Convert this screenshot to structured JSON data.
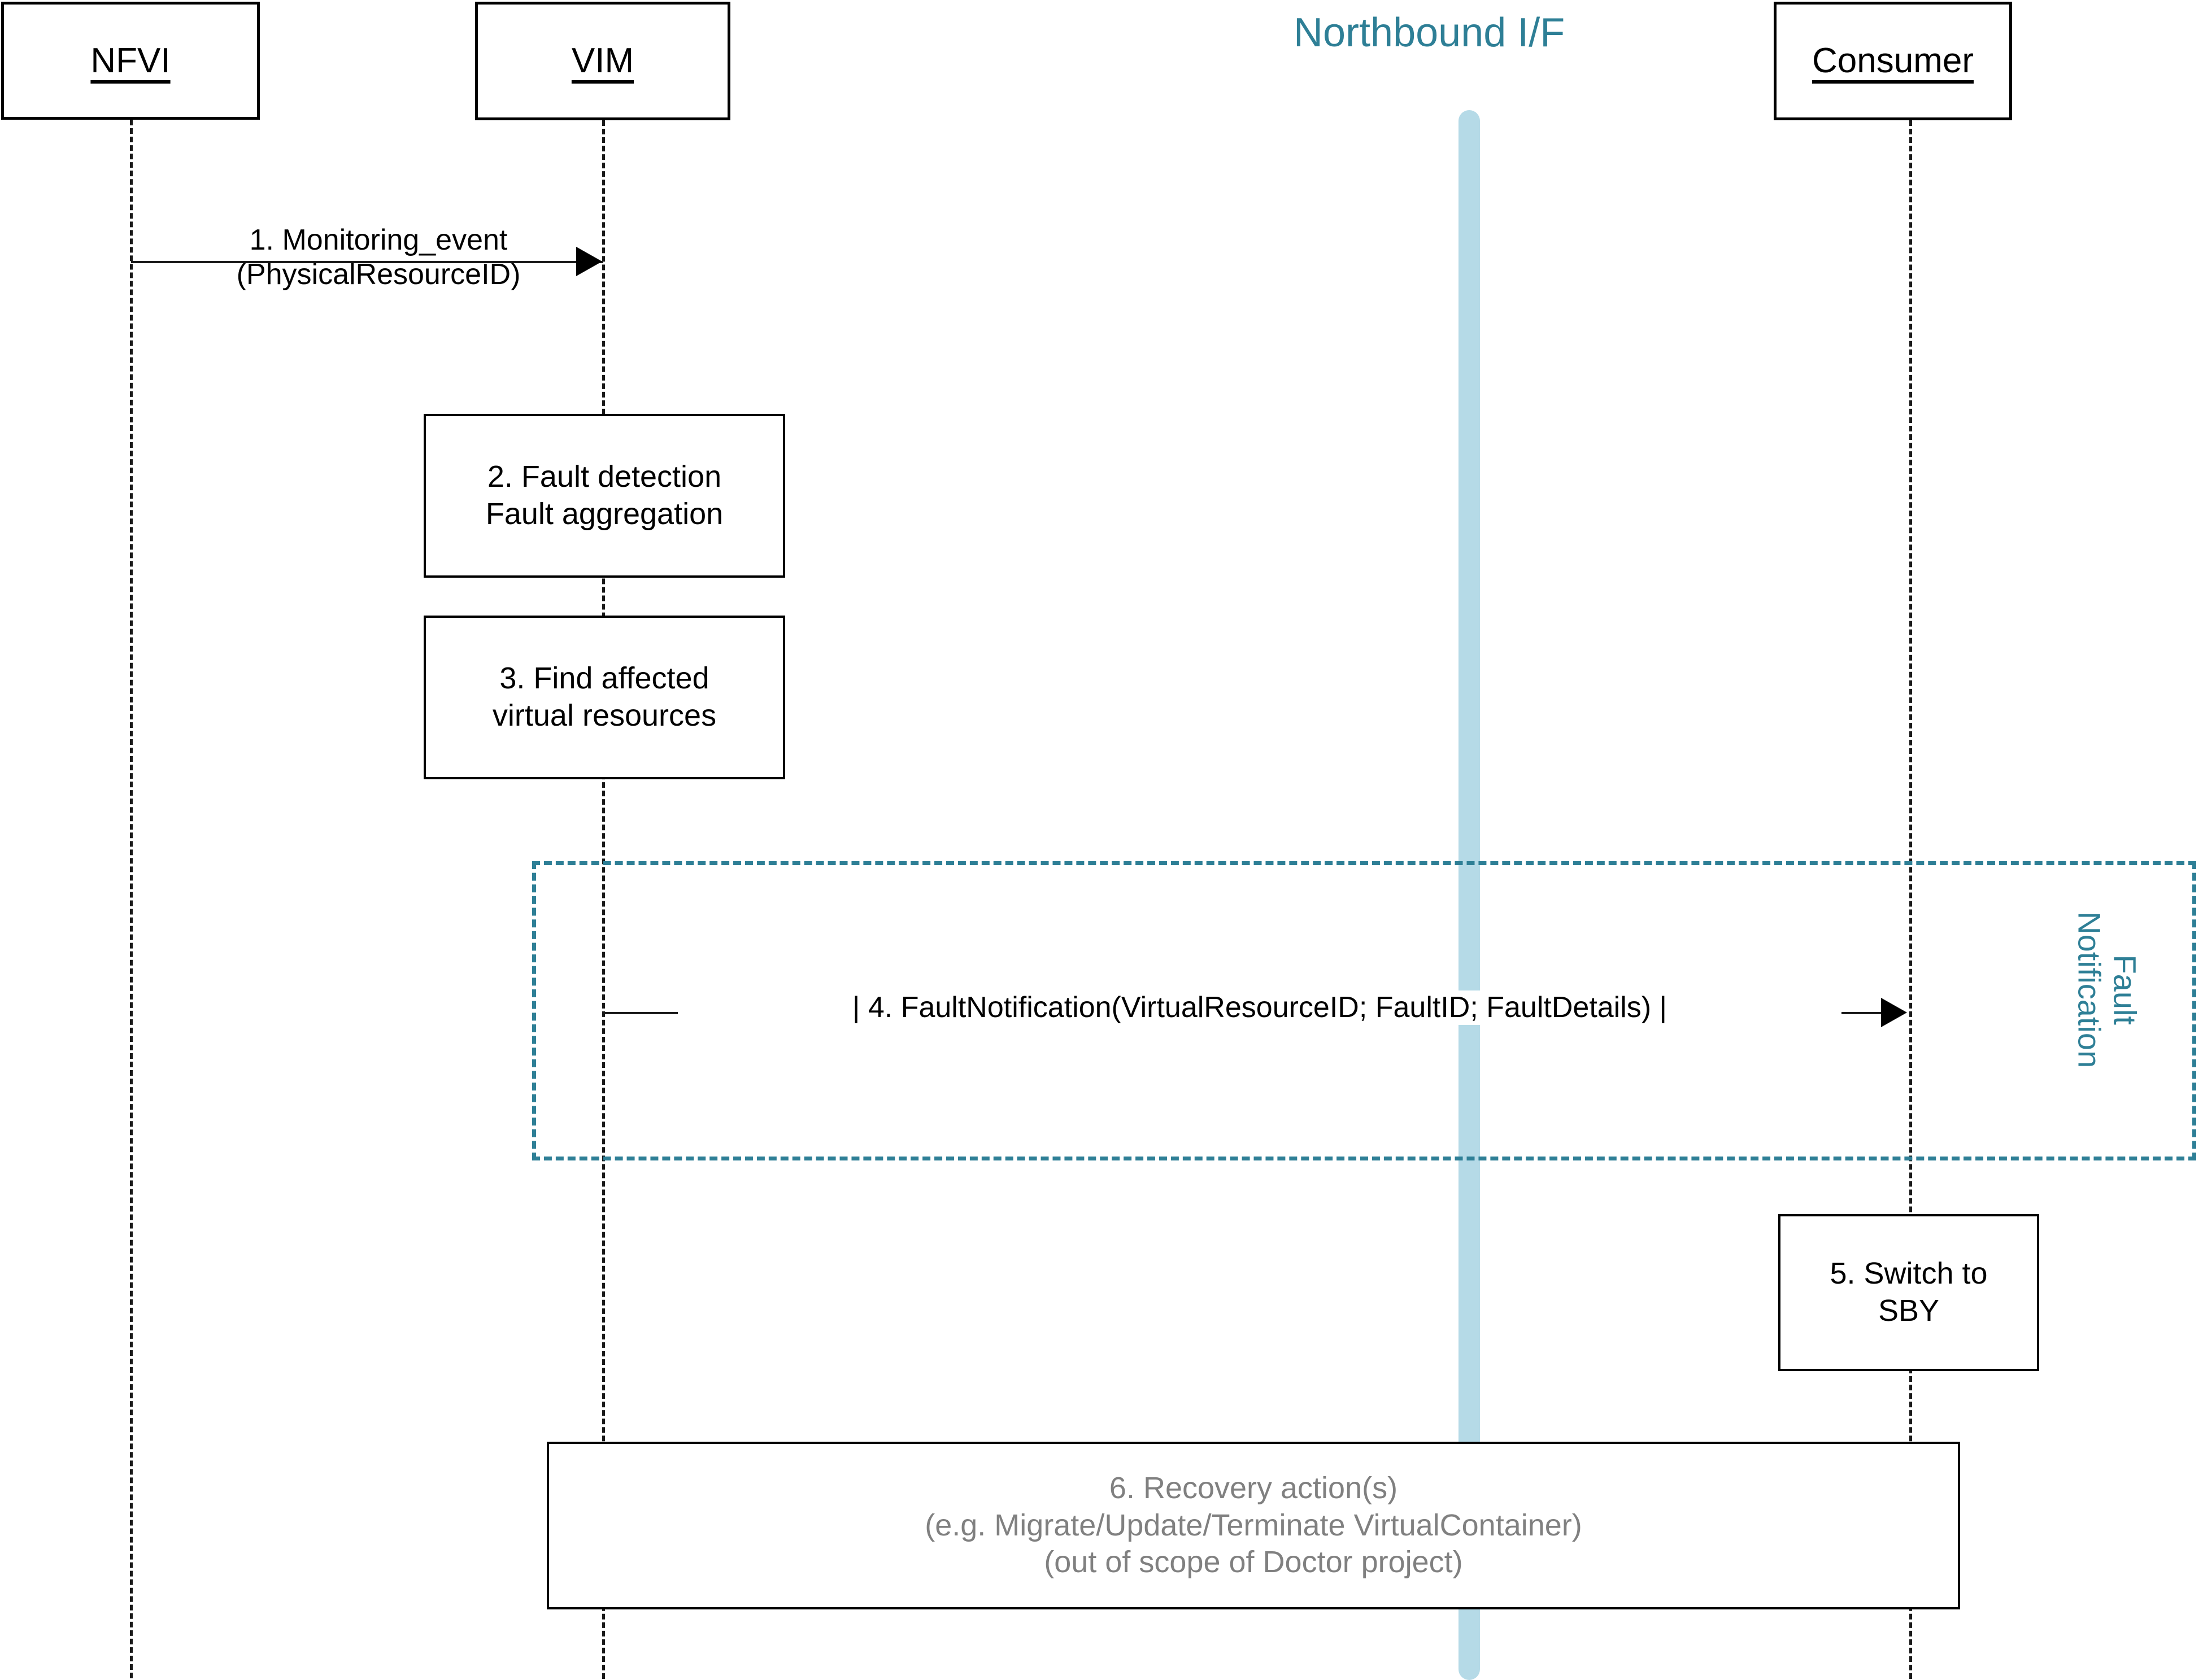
{
  "diagram": {
    "type": "uml-sequence-diagram",
    "title_text": "Northbound I/F",
    "colors": {
      "accent_teal": "#2E7F96",
      "interface_bar": "#B5DAE7",
      "muted_text": "#808080",
      "stroke": "#000000",
      "background": "#ffffff"
    }
  },
  "lifelines": [
    {
      "id": "nfvi",
      "label": "NFVI"
    },
    {
      "id": "vim",
      "label": "VIM"
    },
    {
      "id": "northbound",
      "label": "Northbound I/F"
    },
    {
      "id": "consumer",
      "label": "Consumer"
    }
  ],
  "messages": [
    {
      "id": "msg1",
      "number": "1.",
      "from": "nfvi",
      "to": "vim",
      "line1": "1. Monitoring_event",
      "line2": "(PhysicalResourceID)",
      "arrow": "solid-filled"
    },
    {
      "id": "msg4",
      "number": "4.",
      "from": "vim",
      "to": "consumer",
      "line1": "| 4. FaultNotification(VirtualResourceID; FaultID; FaultDetails) |",
      "arrow": "solid-filled"
    }
  ],
  "action_boxes": [
    {
      "id": "box2",
      "on": "vim",
      "line1": "2. Fault detection",
      "line2": "Fault aggregation",
      "muted": false
    },
    {
      "id": "box3",
      "on": "vim",
      "line1": "3. Find affected",
      "line2": "virtual resources",
      "muted": false
    },
    {
      "id": "box5",
      "on": "consumer",
      "line1": "5. Switch to",
      "line2": "SBY",
      "muted": false
    },
    {
      "id": "box6",
      "on": "span",
      "line1": "6. Recovery action(s)",
      "line2": "(e.g. Migrate/Update/Terminate VirtualContainer)",
      "line3": "(out of scope of Doctor project)",
      "muted": true
    }
  ],
  "fragment": {
    "id": "fault-notification-fragment",
    "label_line1": "Fault",
    "label_line2": "Notification",
    "style": "dashed",
    "color": "#2E7F96"
  }
}
